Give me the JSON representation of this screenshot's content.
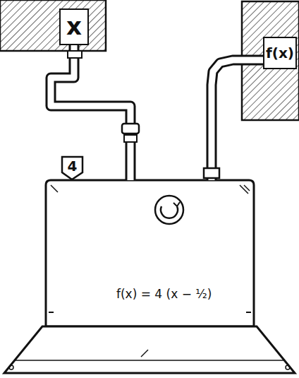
{
  "diagram": {
    "nodes": [
      {
        "text": [
          "x"
        ]
      },
      {
        "text": [
          "f(x)"
        ]
      },
      {
        "text": [
          "f(x) = 4 (x − ½)"
        ]
      }
    ],
    "edges": [
      {
        "from": 0,
        "to": 2,
        "arrow": "none"
      },
      {
        "from": 2,
        "to": 1,
        "arrow": "none"
      }
    ],
    "labels": [
      "4"
    ]
  }
}
